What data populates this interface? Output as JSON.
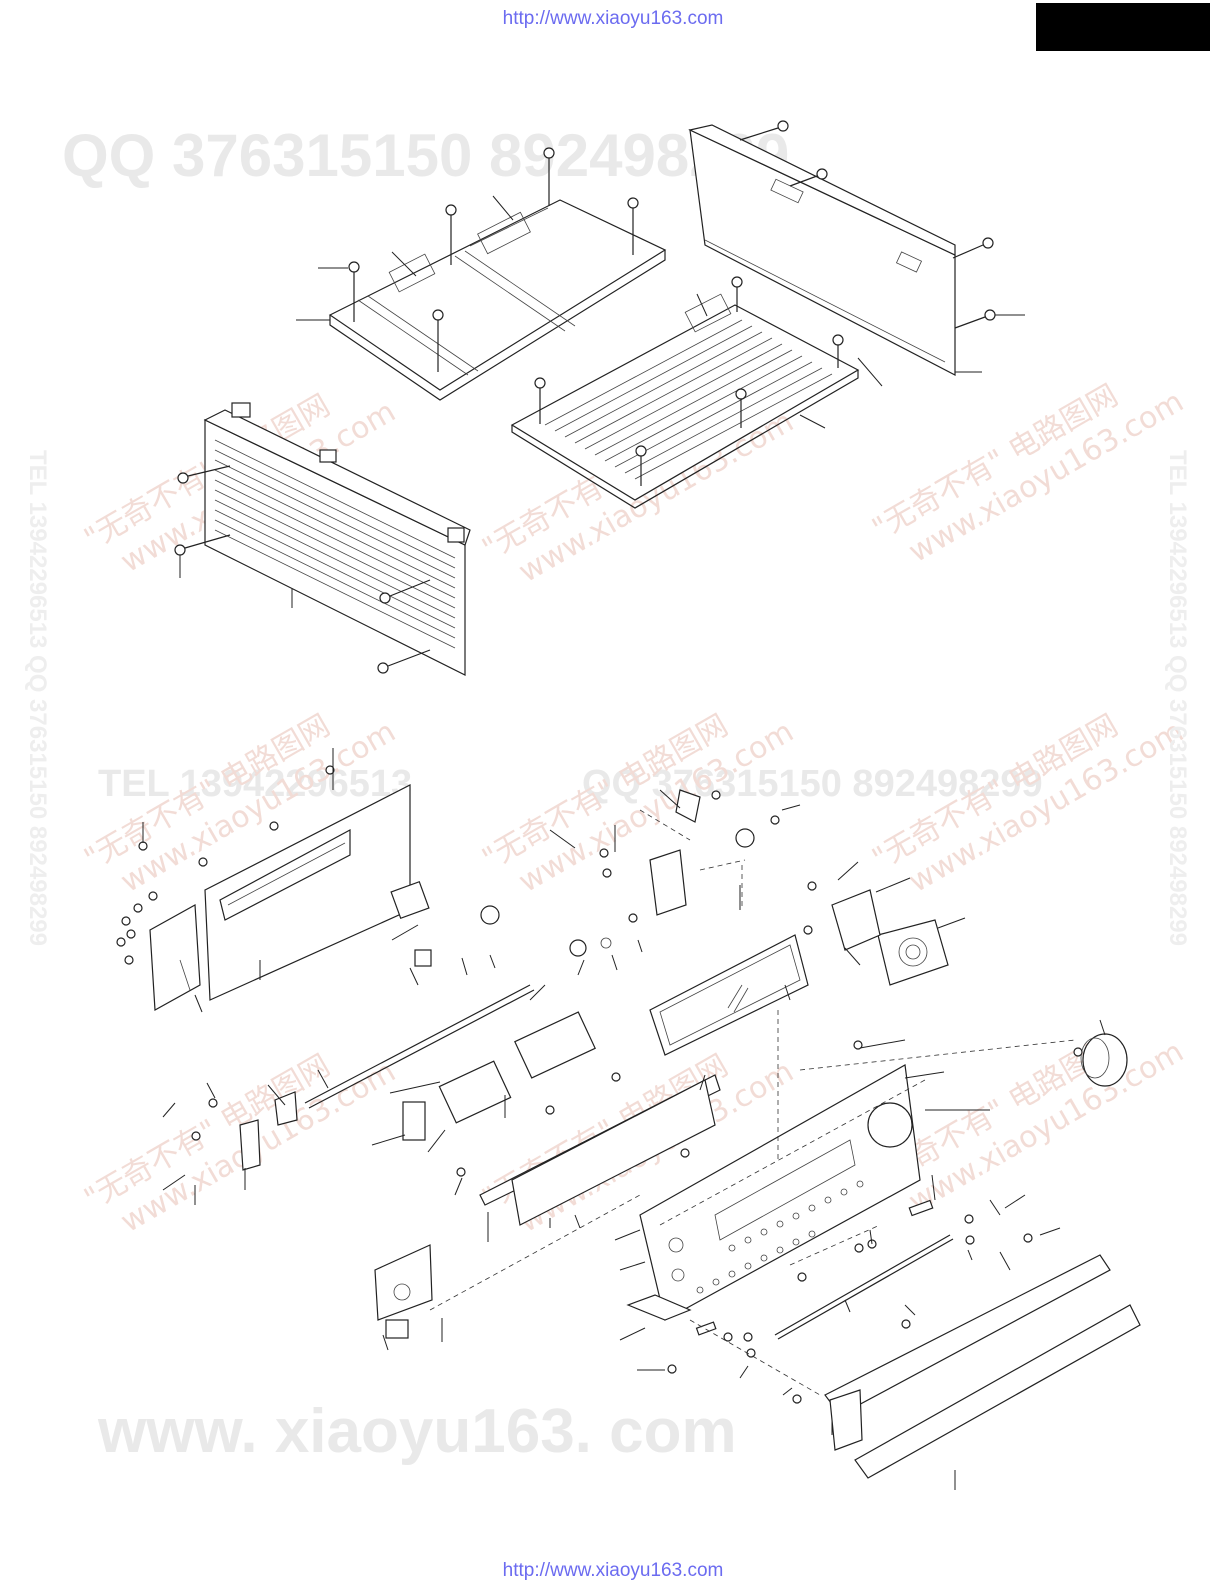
{
  "header": {
    "top_url": "http://www.xiaoyu163.com",
    "bottom_url": "http://www.xiaoyu163.com"
  },
  "watermarks": {
    "qq_line": "QQ 376315150  892498299",
    "tel_line": "TEL 13942296513",
    "qq_line_2": "QQ 376315150  892498299",
    "www_line": "www. xiaoyu163. com",
    "diag_cn": "\"无奇不有\" 电路图网",
    "diag_url": "www.xiaoyu163.com",
    "side_left": "TEL 13942296513  QQ 376315150  892498299",
    "side_right": "TEL 13942296513  QQ 376315150  892498299"
  },
  "colors": {
    "link": "#6b6bf0",
    "watermark_grey": "#e9e9e9",
    "watermark_pink": "#f2dcd6",
    "line": "#222222"
  }
}
